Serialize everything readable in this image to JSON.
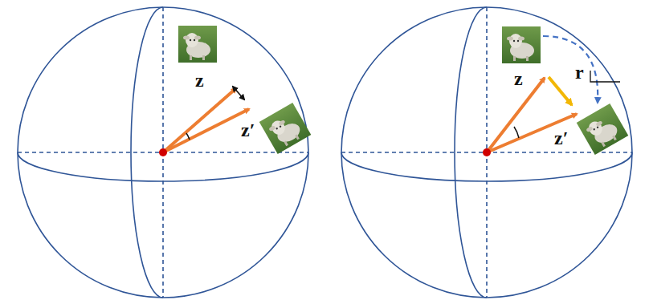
{
  "diagram": {
    "labels": [
      "z",
      "z′",
      "z",
      "r",
      "z′"
    ]
  }
}
